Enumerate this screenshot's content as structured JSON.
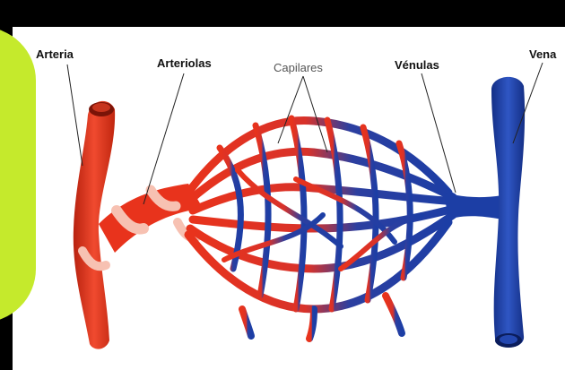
{
  "colors": {
    "background": "#000000",
    "panel": "#ffffff",
    "accent": "#c5ea2c",
    "artery": "#e8331c",
    "artery_light": "#f7c1b2",
    "vein": "#1c3ea5",
    "leader": "#222222"
  },
  "labels": {
    "arteria": "Arteria",
    "arteriolas": "Arteriolas",
    "capilares": "Capilares",
    "venulas": "Vénulas",
    "vena": "Vena"
  }
}
